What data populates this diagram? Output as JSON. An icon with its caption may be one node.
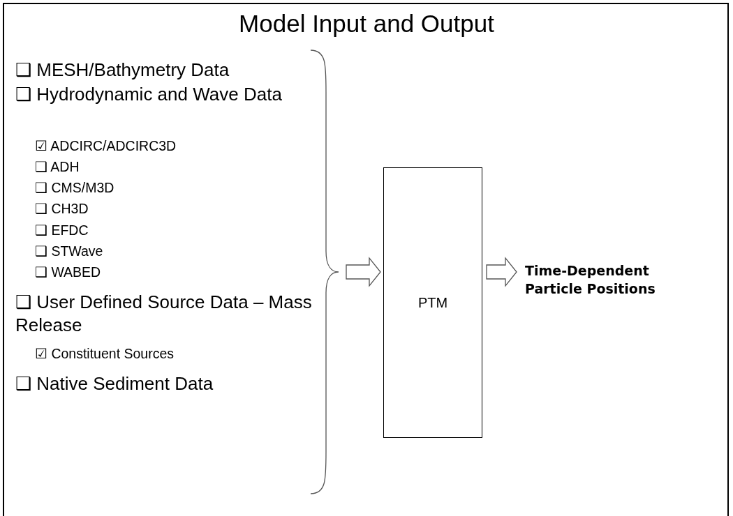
{
  "diagram": {
    "title": "Model Input and Output",
    "nodes": [
      {
        "text": [
          "PTM"
        ]
      },
      {
        "text": [
          "Time-Dependent Particle Positions"
        ]
      }
    ],
    "edges": [
      {
        "from": null,
        "to": 0,
        "arrow": "to"
      },
      {
        "from": 0,
        "to": 1,
        "arrow": "to"
      }
    ],
    "labels": [
      "❑ MESH/Bathymetry Data",
      "❑ Hydrodynamic and Wave Data",
      "☑ ADCIRC/ADCIRC3D",
      "❑ ADH",
      "❑ CMS/M3D",
      "❑ CH3D",
      "❑ EFDC",
      "❑ STWave",
      "❑ WABED",
      "❑ User Defined Source Data – Mass Release",
      "☑ Constituent Sources",
      "❑ Native Sediment Data"
    ]
  }
}
